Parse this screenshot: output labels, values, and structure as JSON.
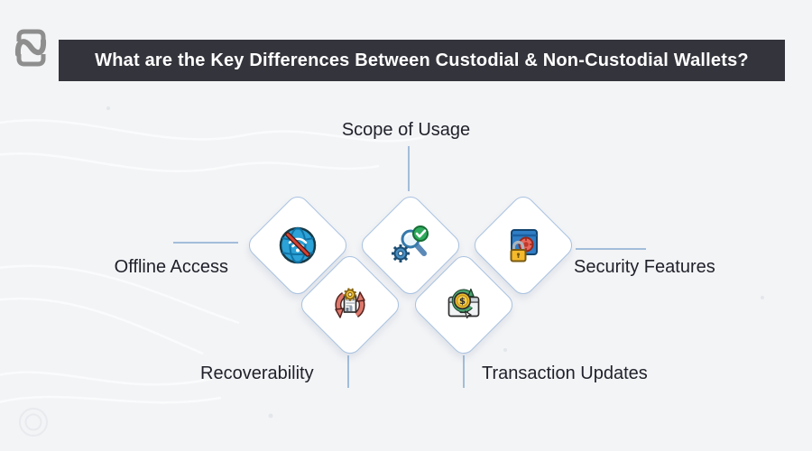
{
  "header": {
    "title": "What are the Key Differences Between Custodial & Non-Custodial Wallets?"
  },
  "brand": {
    "logo_name": "bracket-swoosh-logo"
  },
  "icons": {
    "coin_symbol": "$"
  },
  "colors": {
    "background": "#f3f4f6",
    "banner_bg": "#34343c",
    "banner_text": "#ffffff",
    "label_text": "#21212b",
    "diamond_border": "#a9c2e0",
    "diamond_fill": "#ffffff",
    "connector": "#a3bdda",
    "logo_gray": "#8e8e8e",
    "accent_blue": "#2ba2d8",
    "accent_green": "#2eab5c",
    "accent_red": "#d14233",
    "accent_yellow": "#f5b92c",
    "accent_salmon": "#e0796d"
  },
  "nodes": [
    {
      "label": "Scope of Usage",
      "position": "top-center",
      "icon": "search-gear-check-icon"
    },
    {
      "label": "Offline Access",
      "position": "left",
      "icon": "offline-globe-icon"
    },
    {
      "label": "Security Features",
      "position": "right",
      "icon": "safe-lock-icon"
    },
    {
      "label": "Recoverability",
      "position": "bottom-left",
      "icon": "document-restore-icon"
    },
    {
      "label": "Transaction Updates",
      "position": "bottom-right",
      "icon": "coin-refresh-icon"
    }
  ]
}
